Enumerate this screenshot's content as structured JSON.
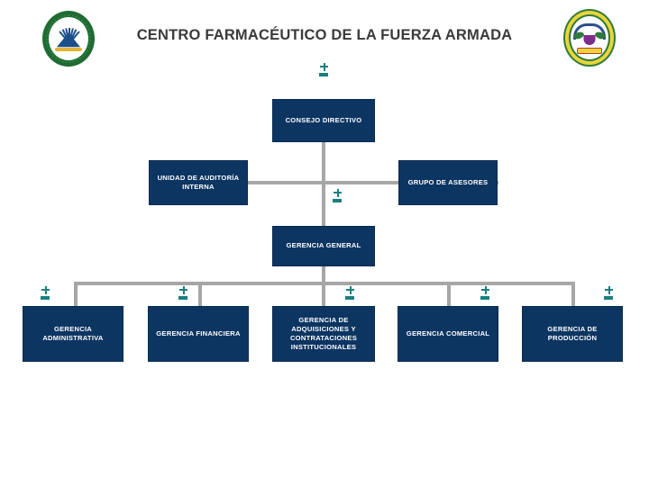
{
  "header": {
    "title": "CENTRO FARMACÉUTICO DE LA FUERZA ARMADA",
    "left_emblem_name": "el-salvador-coat-of-arms",
    "right_emblem_name": "institutional-seal"
  },
  "colors": {
    "node_fill": "#0d3562",
    "node_text": "#ffffff",
    "connector": "#a6a6a6",
    "toggle": "#1a7f7f",
    "title_text": "#3a3a3a",
    "background": "#ffffff"
  },
  "chart": {
    "type": "org-chart",
    "nodes": [
      {
        "id": "consejo-directivo",
        "label": "CONSEJO DIRECTIVO",
        "level": 1,
        "has_toggle": true
      },
      {
        "id": "unidad-de-auditoria-interna",
        "label": "UNIDAD DE AUDITORÍA\nINTERNA",
        "level": 2,
        "has_toggle": false
      },
      {
        "id": "grupo-de-asesores",
        "label": "GRUPO DE ASESORES",
        "level": 2,
        "has_toggle": false
      },
      {
        "id": "gerencia-general",
        "label": "GERENCIA GENERAL",
        "level": 3,
        "has_toggle": true
      },
      {
        "id": "gerencia-administrativa",
        "label": "GERENCIA\nADMINISTRATIVA",
        "level": 4,
        "has_toggle": true
      },
      {
        "id": "gerencia-financiera",
        "label": "GERENCIA FINANCIERA",
        "level": 4,
        "has_toggle": true
      },
      {
        "id": "gerencia-de-adquisiciones-y-contrataciones-institucionales",
        "label": "GERENCIA DE\nADQUISICIONES Y\nCONTRATACIONES\nINSTITUCIONALES",
        "level": 4,
        "has_toggle": true
      },
      {
        "id": "gerencia-comercial",
        "label": "GERENCIA COMERCIAL",
        "level": 4,
        "has_toggle": true
      },
      {
        "id": "gerencia-de-produccion",
        "label": "GERENCIA DE\nPRODUCCIÓN",
        "level": 4,
        "has_toggle": true
      }
    ],
    "toggle_glyphs": {
      "expand": "+",
      "collapse": "-"
    }
  }
}
